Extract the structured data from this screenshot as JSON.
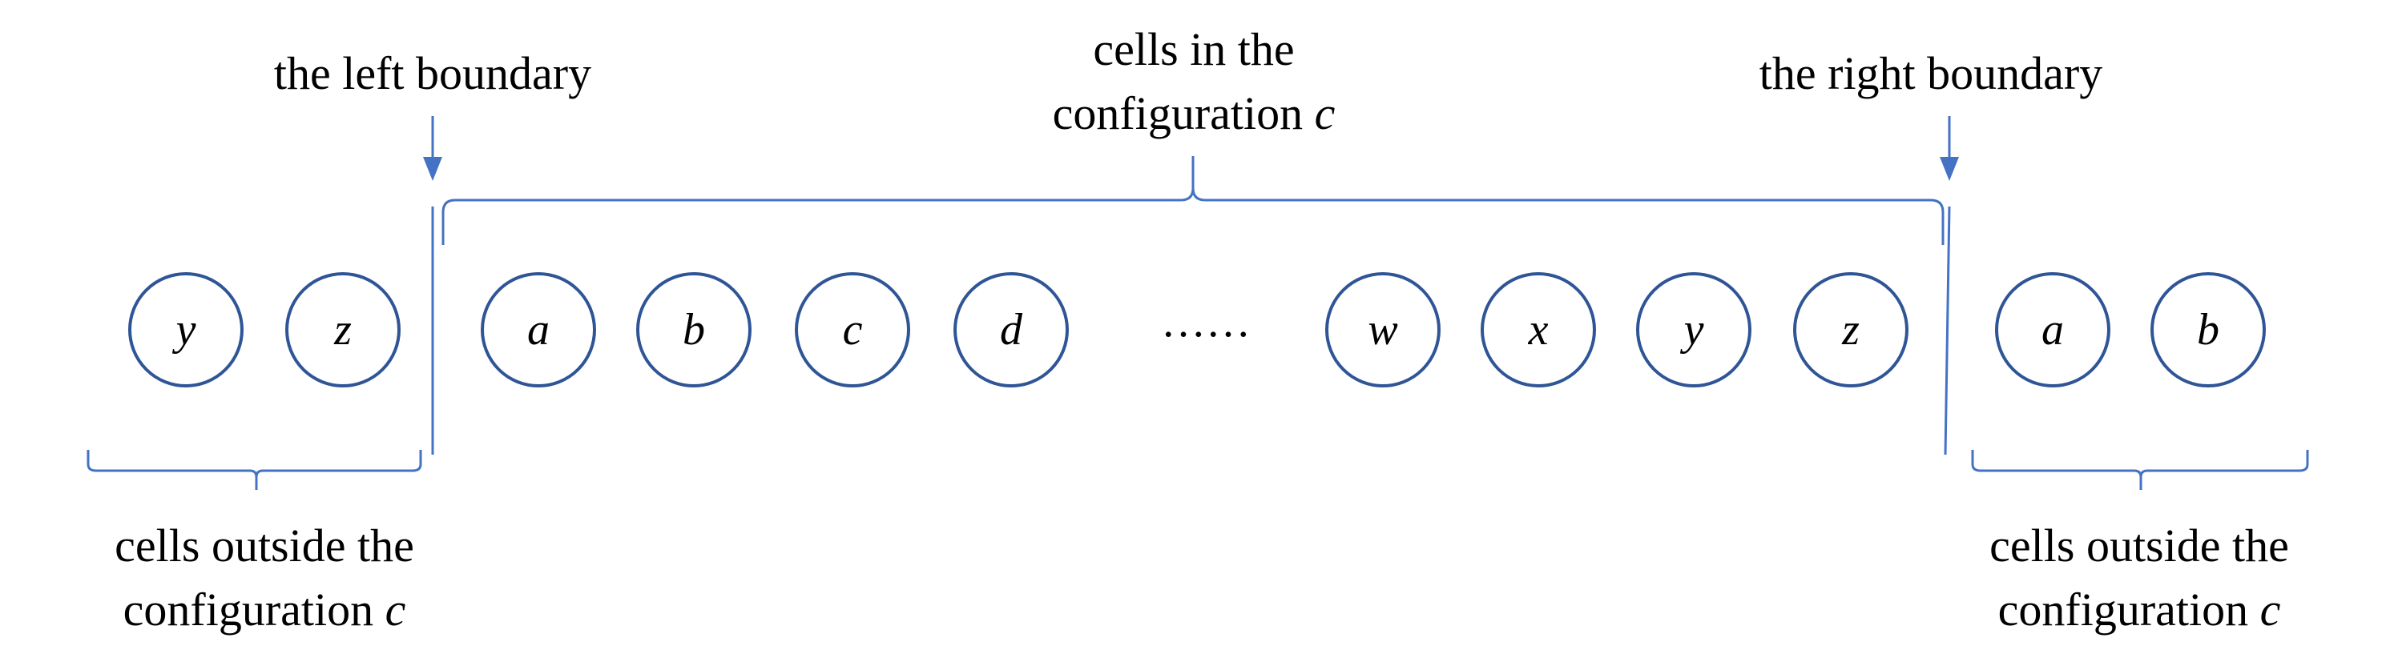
{
  "labels": {
    "left_boundary": "the left boundary",
    "right_boundary": "the right boundary",
    "cells_in_line1": "cells in the",
    "cells_in_line2_prefix": "configuration ",
    "cells_in_var": "c",
    "outside_left_line1": "cells outside the",
    "outside_left_line2_prefix": "configuration ",
    "outside_left_var": "c",
    "outside_right_line1": "cells outside the",
    "outside_right_line2_prefix": "configuration ",
    "outside_right_var": "c"
  },
  "cells": {
    "outside_left": [
      "y",
      "z"
    ],
    "inside_start": [
      "a",
      "b",
      "c",
      "d"
    ],
    "ellipsis": "……",
    "inside_end": [
      "w",
      "x",
      "y",
      "z"
    ],
    "outside_right": [
      "a",
      "b"
    ]
  },
  "colors": {
    "circle_stroke": "#2f5597",
    "lines": "#4472c4",
    "text": "#000000"
  }
}
